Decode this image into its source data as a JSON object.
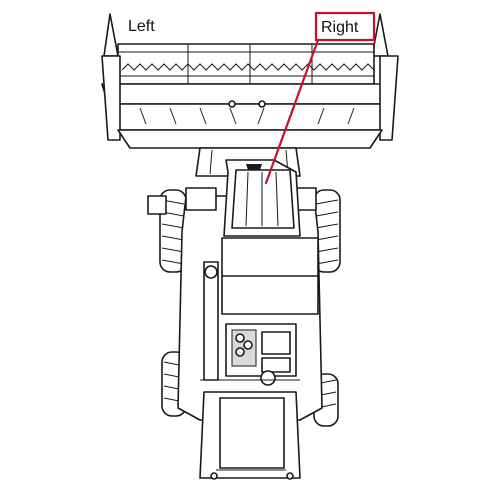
{
  "labels": {
    "left": "Left",
    "right": "Right"
  },
  "colors": {
    "highlight": "#c8102e",
    "line": "#1a1a1a",
    "background": "#ffffff"
  },
  "highlighted_side": "right"
}
